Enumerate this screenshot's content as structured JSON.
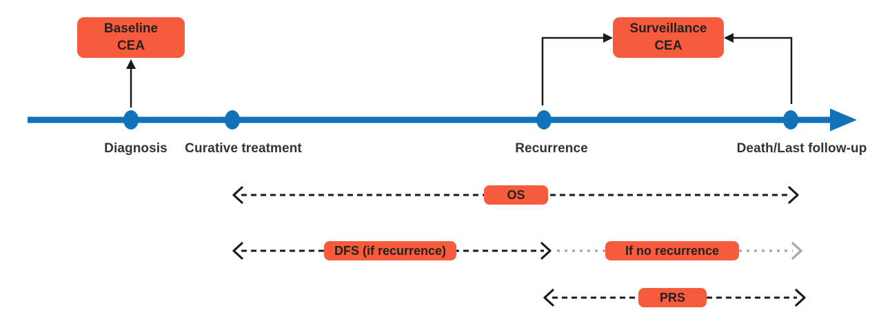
{
  "figure": {
    "type": "timeline-diagram",
    "description": "Survival endpoints and CEA measurement timeline"
  },
  "colors": {
    "accent_orange": "#F65B3D",
    "timeline_blue": "#1272B9",
    "arrow_black": "#1A1A1A",
    "muted_gray": "#ABABAB",
    "label_text": "#333333",
    "box_text": "#26211D",
    "background": "#FFFFFF"
  },
  "timeline": {
    "events": [
      {
        "id": "diagnosis",
        "label": "Diagnosis"
      },
      {
        "id": "curative-treatment",
        "label": "Curative treatment"
      },
      {
        "id": "recurrence",
        "label": "Recurrence"
      },
      {
        "id": "death-last-followup",
        "label": "Death/Last follow-up"
      }
    ]
  },
  "callouts": {
    "baseline_cea": {
      "line1": "Baseline",
      "line2": "CEA"
    },
    "surveillance_cea": {
      "line1": "Surveillance",
      "line2": "CEA"
    }
  },
  "spans": {
    "os": {
      "label": "OS"
    },
    "dfs": {
      "label": "DFS (if recurrence)"
    },
    "if_no_recurrence": {
      "label": "If no recurrence"
    },
    "prs": {
      "label": "PRS"
    }
  }
}
